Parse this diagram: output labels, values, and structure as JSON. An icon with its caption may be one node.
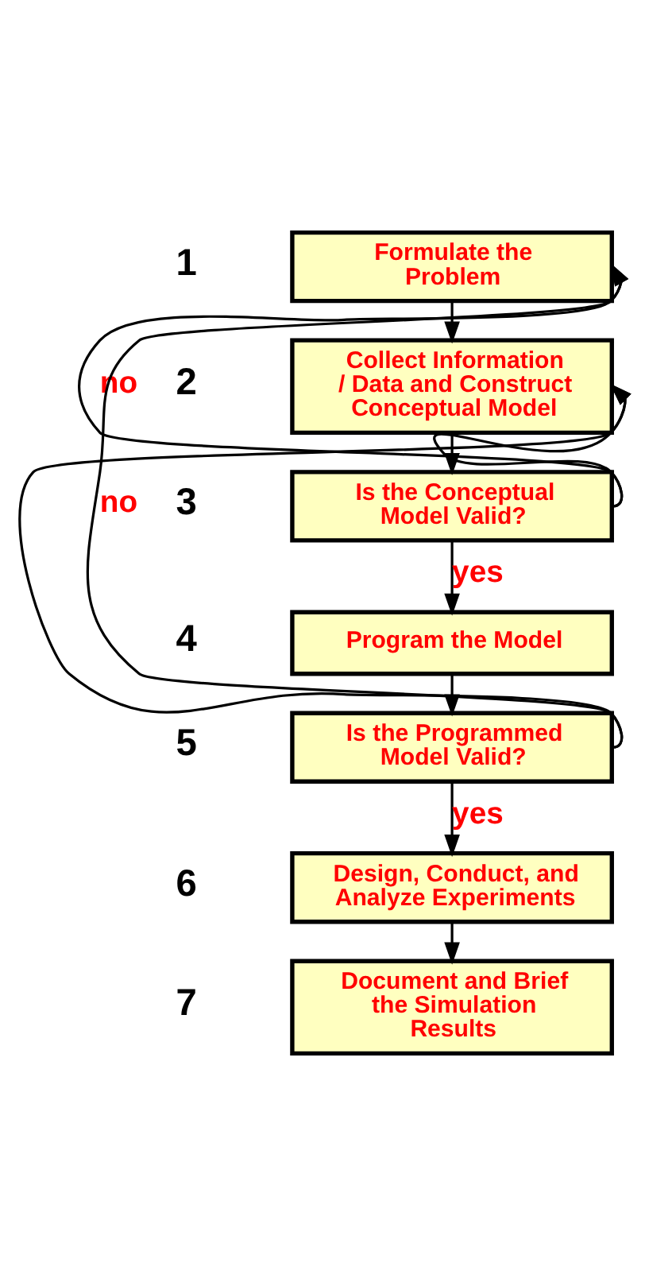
{
  "diagram": {
    "nodes": [
      {
        "text": [
          "Formulate the Problem"
        ],
        "beside": [
          "1"
        ]
      },
      {
        "text": [
          "Collect Information / Data and Construct Conceptual Model"
        ],
        "beside": [
          "2"
        ]
      },
      {
        "text": [
          "Is the Conceptual Model Valid?"
        ],
        "beside": [
          "3"
        ]
      },
      {
        "text": [
          "Program the Model"
        ],
        "beside": [
          "4"
        ]
      },
      {
        "text": [
          "Is the Programmed Model Valid?"
        ],
        "beside": [
          "5"
        ]
      },
      {
        "text": [
          "Design, Conduct, and Analyze Experiments"
        ],
        "beside": [
          "6"
        ]
      },
      {
        "text": [
          "Document and Brief the Simulation Results"
        ],
        "beside": [
          "7"
        ]
      }
    ],
    "edges": [
      {
        "from": 0,
        "to": 1,
        "arrow": "to"
      },
      {
        "from": 1,
        "to": 2,
        "arrow": "to"
      },
      {
        "from": 2,
        "to": 3,
        "arrow": "to",
        "label": "yes"
      },
      {
        "from": 3,
        "to": 4,
        "arrow": "to"
      },
      {
        "from": 4,
        "to": 5,
        "arrow": "to",
        "label": "yes"
      },
      {
        "from": 5,
        "to": 6,
        "arrow": "to"
      },
      {
        "from": 2,
        "to": 0,
        "arrow": "to",
        "label": "no"
      },
      {
        "from": 2,
        "to": 1,
        "arrow": "to"
      },
      {
        "from": 4,
        "to": 0,
        "arrow": "to",
        "label": "no"
      },
      {
        "from": 4,
        "to": 1,
        "arrow": "to"
      }
    ]
  }
}
